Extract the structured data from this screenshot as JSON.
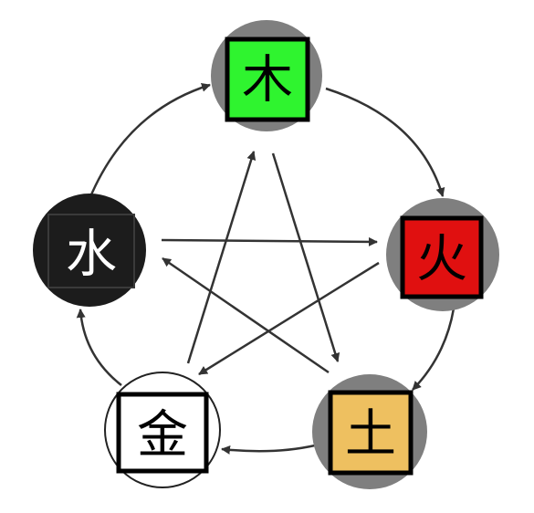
{
  "elements": {
    "wood": {
      "char": "木",
      "fill": "#2ff42f",
      "text_color": "#000000",
      "disc": "#7f7f7f"
    },
    "fire": {
      "char": "火",
      "fill": "#e01010",
      "text_color": "#000000",
      "disc": "#7f7f7f"
    },
    "earth": {
      "char": "土",
      "fill": "#eec060",
      "text_color": "#000000",
      "disc": "#7f7f7f"
    },
    "metal": {
      "char": "金",
      "fill": "#ffffff",
      "text_color": "#000000",
      "disc": "#ffffff"
    },
    "water": {
      "char": "水",
      "fill": "#1c1c1c",
      "text_color": "#ffffff",
      "disc": "#1c1c1c"
    }
  },
  "colors": {
    "arrow": "#333333",
    "border": "#000000"
  }
}
